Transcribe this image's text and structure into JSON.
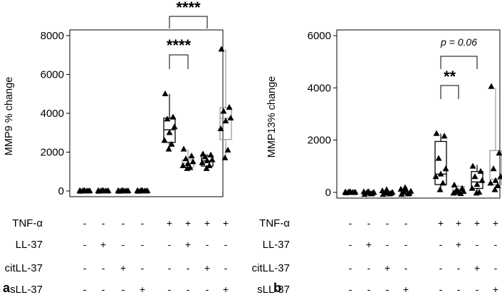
{
  "colors": {
    "black_box": "#000000",
    "grey_box": "#9b9b9b",
    "marker": "#000000"
  },
  "chart_data": [
    {
      "type": "box",
      "panel_label": "a",
      "ylabel": "MMP9 % change",
      "ylim": [
        0,
        8000
      ],
      "yticks": [
        0,
        2000,
        4000,
        6000,
        8000
      ],
      "y_tick_labels": [
        "0",
        "2000",
        "4000",
        "6000",
        "8000"
      ],
      "groups": [
        {
          "index": 1,
          "box": "black",
          "q1": 0,
          "median": 0,
          "q3": 0,
          "whisker_low": -30,
          "whisker_high": 30,
          "points": [
            -20,
            -10,
            0,
            5,
            10,
            15,
            -5,
            20
          ]
        },
        {
          "index": 2,
          "box": "grey",
          "q1": 0,
          "median": 0,
          "q3": 0,
          "whisker_low": -30,
          "whisker_high": 30,
          "points": [
            -20,
            -10,
            0,
            5,
            10,
            15,
            -5,
            20
          ]
        },
        {
          "index": 3,
          "box": "black",
          "q1": 0,
          "median": 0,
          "q3": 0,
          "whisker_low": -30,
          "whisker_high": 30,
          "points": [
            -20,
            -10,
            0,
            5,
            10,
            15,
            -5,
            20
          ]
        },
        {
          "index": 4,
          "box": "grey",
          "q1": 0,
          "median": 0,
          "q3": 0,
          "whisker_low": -30,
          "whisker_high": 30,
          "points": [
            -20,
            -10,
            0,
            5,
            10,
            15,
            -5,
            20
          ]
        },
        {
          "index": 5,
          "box": "black",
          "q1": 2500,
          "median": 3150,
          "q3": 3750,
          "whisker_low": 2150,
          "whisker_high": 5000,
          "points": [
            5000,
            3800,
            3700,
            3300,
            3000,
            2600,
            2400,
            2150
          ]
        },
        {
          "index": 6,
          "box": "grey",
          "q1": 1220,
          "median": 1420,
          "q3": 1600,
          "whisker_low": 1150,
          "whisker_high": 2150,
          "points": [
            2150,
            1800,
            1650,
            1500,
            1400,
            1300,
            1200,
            1150
          ]
        },
        {
          "index": 7,
          "box": "black",
          "q1": 1280,
          "median": 1550,
          "q3": 1800,
          "whisker_low": 1150,
          "whisker_high": 1900,
          "points": [
            1900,
            1850,
            1750,
            1600,
            1550,
            1450,
            1300,
            1150
          ]
        },
        {
          "index": 8,
          "box": "grey",
          "q1": 2650,
          "median": 3750,
          "q3": 4300,
          "whisker_low": 1700,
          "whisker_high": 7300,
          "points": [
            7300,
            4300,
            4100,
            3750,
            3600,
            3200,
            2100,
            1700
          ]
        }
      ],
      "significance": [
        {
          "from": 5,
          "to": 6,
          "label": "****"
        },
        {
          "from": 5,
          "to": 7,
          "label": "****"
        }
      ],
      "conditions": [
        {
          "label": "TNF-α",
          "signs": [
            "-",
            "-",
            "-",
            "-",
            "+",
            "+",
            "+",
            "+"
          ]
        },
        {
          "label": "LL-37",
          "signs": [
            "-",
            "+",
            "-",
            "-",
            "-",
            "+",
            "-",
            "-"
          ]
        },
        {
          "label": "citLL-37",
          "signs": [
            "-",
            "-",
            "+",
            "-",
            "-",
            "-",
            "+",
            "-"
          ]
        },
        {
          "label": "sLL-37",
          "signs": [
            "-",
            "-",
            "-",
            "+",
            "-",
            "-",
            "-",
            "+"
          ]
        }
      ]
    },
    {
      "type": "box",
      "panel_label": "b",
      "ylabel": "MMP13% change",
      "ylim": [
        0,
        6000
      ],
      "yticks": [
        0,
        2000,
        4000,
        6000
      ],
      "y_tick_labels": [
        "0",
        "2000",
        "4000",
        "6000"
      ],
      "groups": [
        {
          "index": 1,
          "box": "black",
          "q1": 0,
          "median": 0,
          "q3": 0,
          "whisker_low": -30,
          "whisker_high": 30,
          "points": [
            -20,
            -10,
            0,
            5,
            10,
            15,
            -5,
            20
          ]
        },
        {
          "index": 2,
          "box": "grey",
          "q1": -20,
          "median": 0,
          "q3": 20,
          "whisker_low": -100,
          "whisker_high": 30,
          "points": [
            -80,
            -40,
            -20,
            0,
            10,
            20,
            -60,
            25
          ]
        },
        {
          "index": 3,
          "box": "black",
          "q1": -20,
          "median": 0,
          "q3": 20,
          "whisker_low": -100,
          "whisker_high": 100,
          "points": [
            -80,
            -40,
            -20,
            0,
            20,
            60,
            -60,
            100
          ]
        },
        {
          "index": 4,
          "box": "grey",
          "q1": -20,
          "median": 0,
          "q3": 40,
          "whisker_low": -100,
          "whisker_high": 180,
          "points": [
            -80,
            -40,
            0,
            40,
            80,
            120,
            -60,
            180
          ]
        },
        {
          "index": 5,
          "box": "black",
          "q1": 300,
          "median": 700,
          "q3": 1950,
          "whisker_low": 50,
          "whisker_high": 2250,
          "points": [
            2250,
            2150,
            1300,
            900,
            700,
            600,
            350,
            100
          ]
        },
        {
          "index": 6,
          "box": "grey",
          "q1": -20,
          "median": 50,
          "q3": 230,
          "whisker_low": -60,
          "whisker_high": 280,
          "points": [
            280,
            150,
            80,
            30,
            0,
            -30,
            -50,
            50
          ]
        },
        {
          "index": 7,
          "box": "black",
          "q1": 150,
          "median": 400,
          "q3": 800,
          "whisker_low": -30,
          "whisker_high": 1050,
          "points": [
            1000,
            800,
            600,
            450,
            300,
            150,
            0,
            -30
          ]
        },
        {
          "index": 8,
          "box": "grey",
          "q1": 300,
          "median": 500,
          "q3": 1600,
          "whisker_low": 100,
          "whisker_high": 4000,
          "points": [
            4050,
            1500,
            900,
            600,
            450,
            350,
            250,
            100
          ]
        }
      ],
      "significance": [
        {
          "from": 5,
          "to": 6,
          "label": "**"
        },
        {
          "from": 5,
          "to": 7,
          "label": "p = 0.06"
        }
      ],
      "conditions": [
        {
          "label": "TNF-α",
          "signs": [
            "-",
            "-",
            "-",
            "-",
            "+",
            "+",
            "+",
            "+"
          ]
        },
        {
          "label": "LL-37",
          "signs": [
            "-",
            "+",
            "-",
            "-",
            "-",
            "+",
            "-",
            "-"
          ]
        },
        {
          "label": "citLL-37",
          "signs": [
            "-",
            "-",
            "+",
            "-",
            "-",
            "-",
            "+",
            "-"
          ]
        },
        {
          "label": "sLL-37",
          "signs": [
            "-",
            "-",
            "-",
            "+",
            "-",
            "-",
            "-",
            "+"
          ]
        }
      ]
    }
  ]
}
